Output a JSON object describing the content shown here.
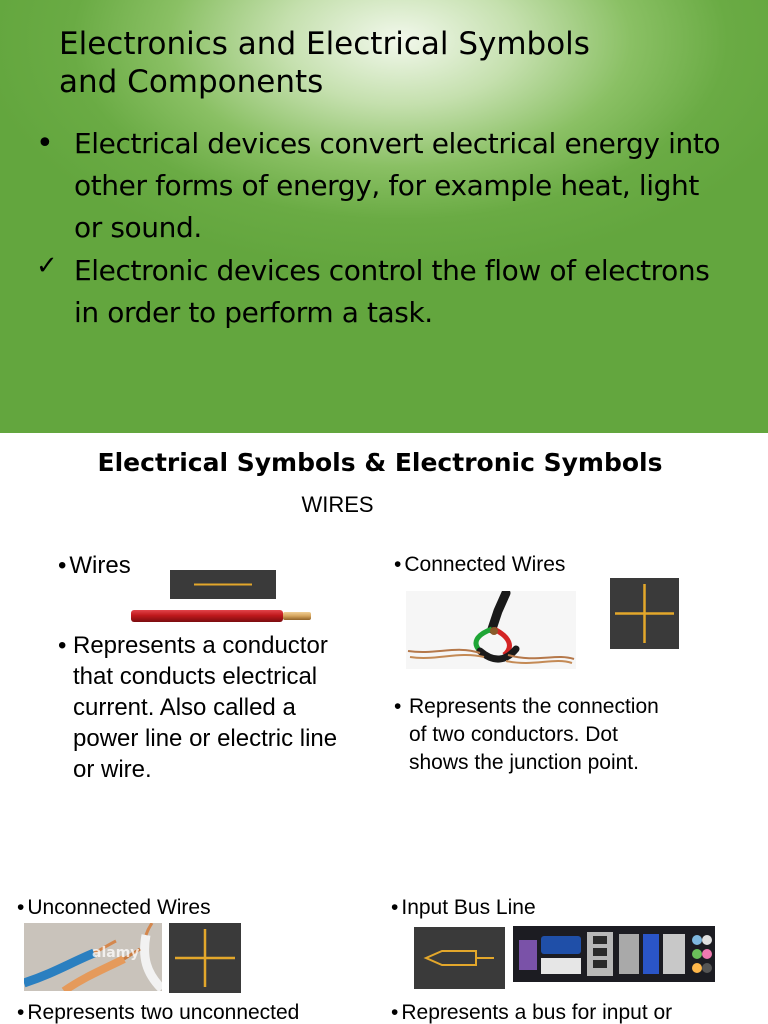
{
  "slide1": {
    "title_line1": "Electronics and Electrical Symbols",
    "title_line2": "and Components",
    "bullets": [
      {
        "marker": "•",
        "lines": [
          "Electrical devices convert electrical energy into",
          "other forms of energy, for example heat, light",
          "or sound."
        ]
      },
      {
        "marker": "✓",
        "lines": [
          "Electronic devices control the flow of electrons",
          "in order to perform a task."
        ]
      }
    ]
  },
  "slide2": {
    "title": "Electrical Symbols & Electronic Symbols",
    "subtitle": "WIRES",
    "wires": {
      "label": "Wires",
      "desc_lines": [
        "Represents a conductor",
        "that conducts electrical",
        "current. Also called a",
        "power line or electric line",
        "or wire."
      ]
    },
    "connected": {
      "label": "Connected Wires",
      "desc_lines": [
        "Represents the connection",
        "of two conductors. Dot",
        "shows the junction point."
      ]
    },
    "unconnected": {
      "label": "Unconnected Wires",
      "photo_watermark": "alamy",
      "desc_lines": [
        "Represents two unconnected"
      ]
    },
    "input_bus": {
      "label": "Input Bus Line",
      "desc_lines": [
        "Represents a bus for input or"
      ]
    },
    "bullet": "•",
    "colors": {
      "symbol_bg": "#3a3a3a",
      "symbol_line": "#e3a72b",
      "wire_red": "#c0191c",
      "wire_copper": "#d4a35c"
    }
  }
}
